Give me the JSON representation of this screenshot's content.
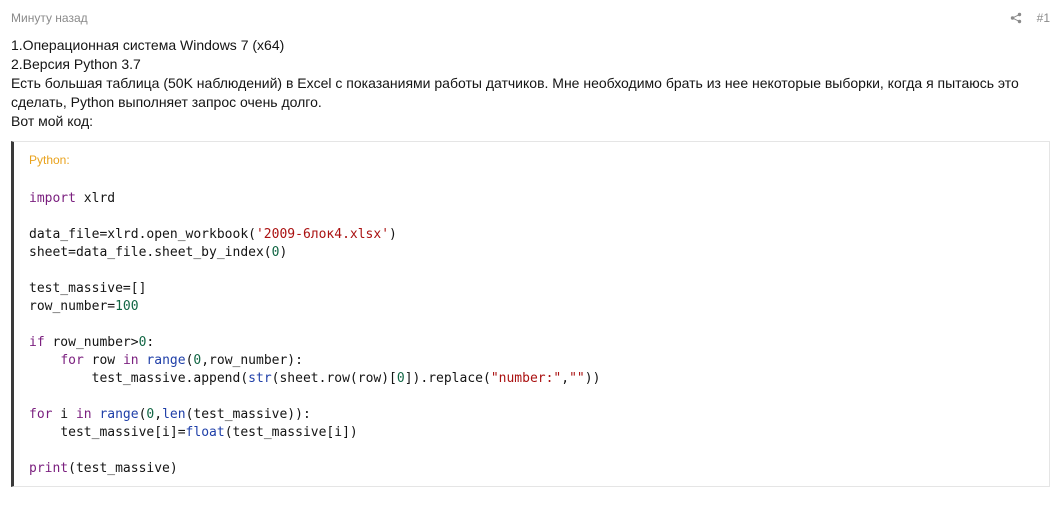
{
  "post": {
    "time": "Минуту назад",
    "number": "#1",
    "lines": [
      "1.Операционная система Windows 7 (x64)",
      "2.Версия Python 3.7",
      "Есть большая таблица (50K наблюдений) в Excel с показаниями работы датчиков. Мне необходимо брать из нее некоторые выборки, когда я пытаюсь это сделать, Python выполняет запрос очень долго.",
      "Вот мой код:"
    ]
  },
  "code_block": {
    "language_label": "Python:",
    "tokens": {
      "import": "import",
      "xlrd": " xlrd",
      "data_file_assign": "data_file=xlrd.open_workbook(",
      "filename": "'2009-6лок4.xlsx'",
      "close_paren": ")",
      "sheet_assign": "sheet=data_file.sheet_by_index(",
      "zero": "0",
      "test_massive_init": "test_massive=[]",
      "row_number_assign": "row_number=",
      "hundred": "100",
      "if": "if",
      "if_cond": " row_number>",
      "colon": ":",
      "indent1": "    ",
      "indent2": "        ",
      "for": "for",
      "row_var": " row ",
      "in": "in",
      "space": " ",
      "range": "range",
      "open_paren": "(",
      "comma_row_number": ",row_number):",
      "append_call": "test_massive.append(",
      "str": "str",
      "sheet_row": "(sheet.row(row)[",
      "replace_call": "]).replace(",
      "str_number": "\"number:\"",
      "comma": ",",
      "empty_str": "\"\"",
      "double_close": "))",
      "i_var": " i ",
      "len": "len",
      "len_arg": "(test_massive)):",
      "assign_item": "test_massive[i]=",
      "float": "float",
      "float_arg": "(test_massive[i])",
      "print": "print",
      "print_arg": "(test_massive)"
    }
  }
}
